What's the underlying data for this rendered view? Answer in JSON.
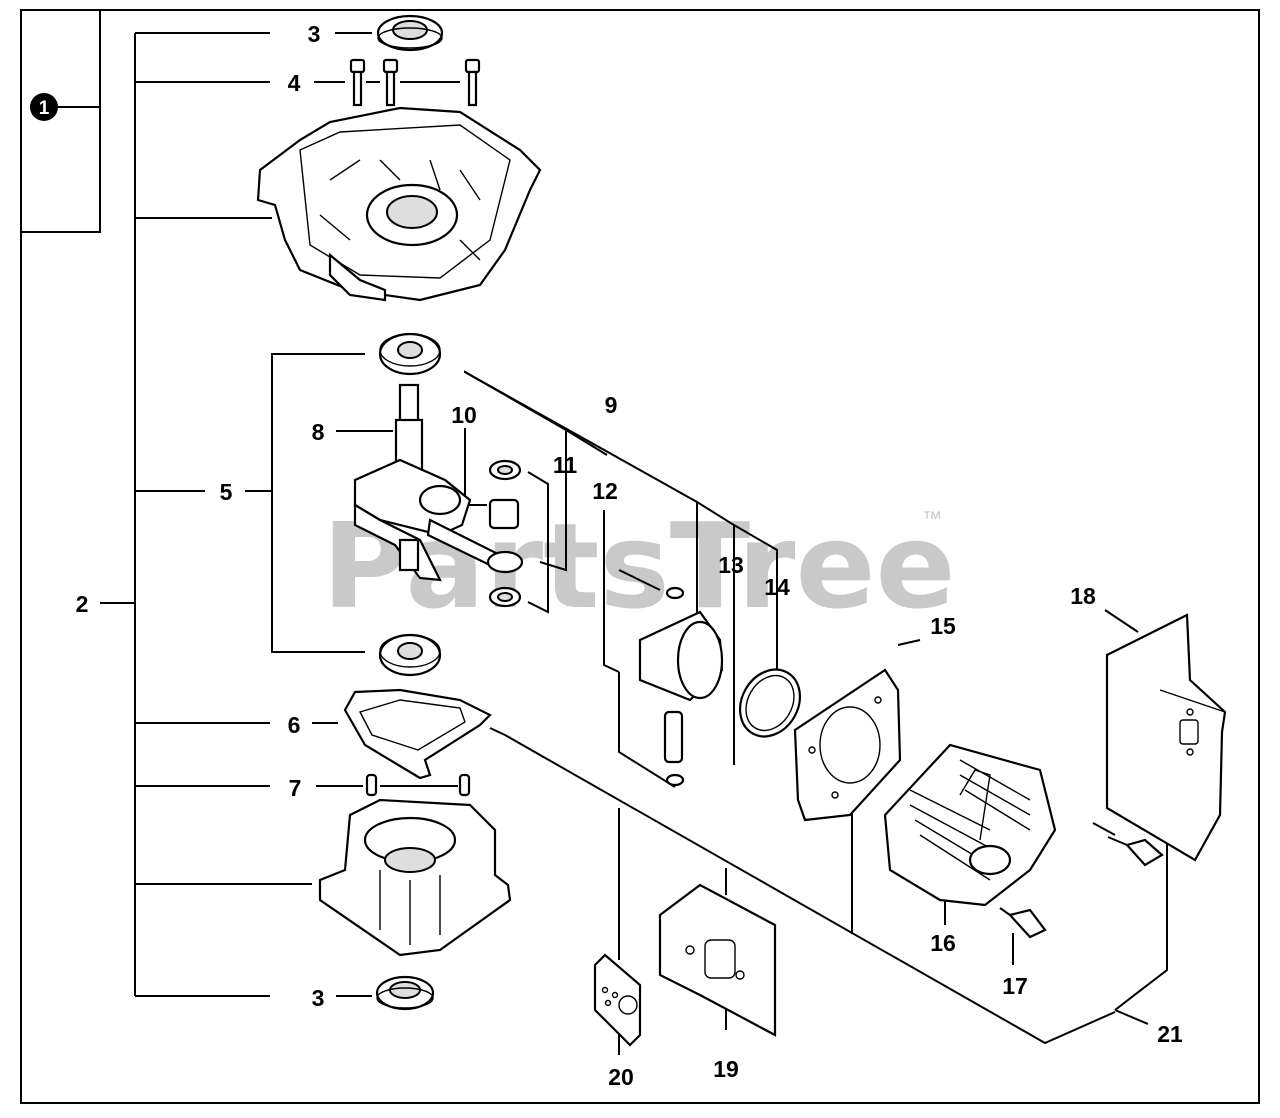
{
  "diagram": {
    "callout": "1",
    "watermark": "PartsTree",
    "trademark": "™",
    "labels": {
      "p2": "2",
      "p3_top": "3",
      "p3_bottom": "3",
      "p4": "4",
      "p5": "5",
      "p6": "6",
      "p7": "7",
      "p8": "8",
      "p9": "9",
      "p10": "10",
      "p11": "11",
      "p12": "12",
      "p13": "13",
      "p14": "14",
      "p15": "15",
      "p16": "16",
      "p17": "17",
      "p18": "18",
      "p19": "19",
      "p20": "20",
      "p21": "21"
    }
  }
}
